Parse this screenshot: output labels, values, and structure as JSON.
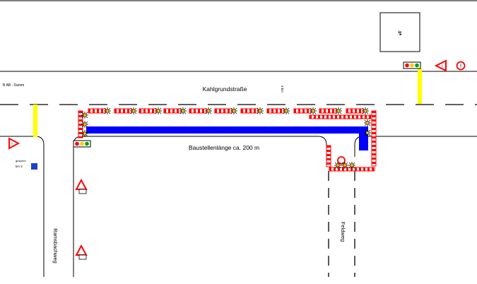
{
  "labels": {
    "street_main": "Kahlgrundstraße",
    "construction_length": "Baustellenlänge  ca. 200 m",
    "street_left": "Ramsbachweg",
    "street_right": "Feldweg",
    "left_note": "B AB - Damm",
    "km_marker": "3 km",
    "sign_small_top": "gesperrt",
    "sign_small_bottom": "km 2",
    "box_glyph": "↯"
  },
  "colors": {
    "lane_block": "#0000ff",
    "signal_pole": "#ffff00",
    "barrier_red": "#ff0000",
    "warning_red": "#ff0000"
  },
  "icons": [
    "traffic-light-icon",
    "roadwork-warning-icon",
    "no-entry-icon",
    "warning-triangle-icon",
    "info-sign-icon"
  ]
}
